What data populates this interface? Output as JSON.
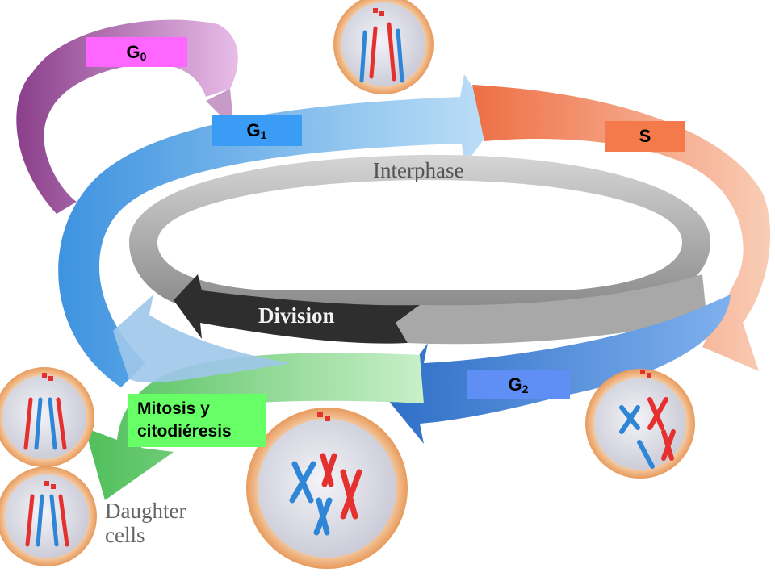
{
  "labels": {
    "g0": {
      "main": "G",
      "sub": "0"
    },
    "g1": {
      "main": "G",
      "sub": "1"
    },
    "s": "S",
    "g2": {
      "main": "G",
      "sub": "2"
    },
    "mitosis": {
      "line1": "Mitosis y",
      "line2": "citodiéresis"
    }
  },
  "ring": {
    "interphase": "Interphase",
    "division": "Division"
  },
  "daughter": {
    "line1": "Daughter",
    "line2": "cells"
  },
  "colors": {
    "g0_tag": "#ff66ff",
    "g1_tag": "#3b9cf5",
    "s_tag": "#f47a4c",
    "g2_tag": "#5f8ff5",
    "mitosis_tag": "#66ff66",
    "g1_arrow": "#5fb0ee",
    "s_arrow": "#ef8a66",
    "g2_arrow": "#4d86d6",
    "g0_arrow": "#b06ab0",
    "mitosis_arrow": "#7cd17c",
    "interphase_ring": "#b8b8b8",
    "division_ring": "#2e2e2e",
    "chromosome_red": "#e53030",
    "chromosome_blue": "#2f86d6",
    "cell_fill": "#e6e6ee",
    "cell_ring": "#f2b27a"
  }
}
